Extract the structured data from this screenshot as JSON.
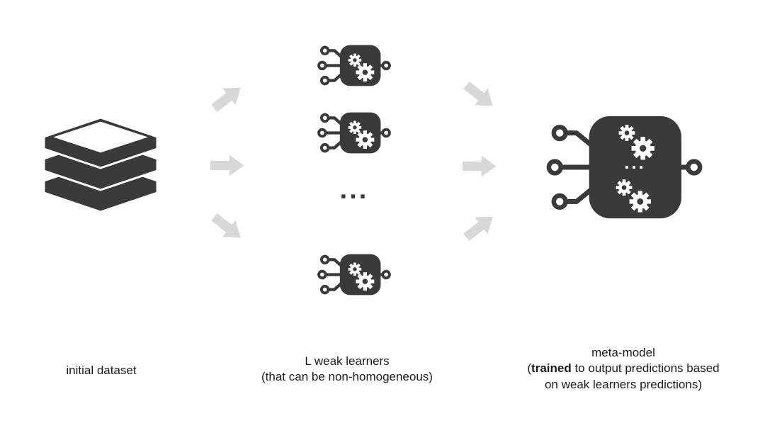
{
  "diagram": {
    "title_hint": "stacking ensemble diagram",
    "colors": {
      "icon": "#3a3a3a",
      "arrow": "#d8d8d8",
      "text": "#1c1c1c",
      "background": "#ffffff",
      "gear_white": "#ffffff"
    },
    "icons": {
      "dataset": "layers-stack-icon",
      "weak_learner": "chip-with-gears-icon",
      "meta_model": "large-chip-with-gears-icon",
      "flow": "block-arrow-icon"
    },
    "dataset": {
      "label": "initial dataset"
    },
    "weak_learners": {
      "label_line1": "L weak learners",
      "label_line2": "(that can be non-homogeneous)",
      "ellipsis": "..."
    },
    "meta_model": {
      "label_line1": "meta-model",
      "label_line2_open": "(",
      "label_line2_bold": "trained",
      "label_line2_rest": " to output predictions based",
      "label_line3": "on weak learners predictions)",
      "ellipsis": "..."
    }
  }
}
